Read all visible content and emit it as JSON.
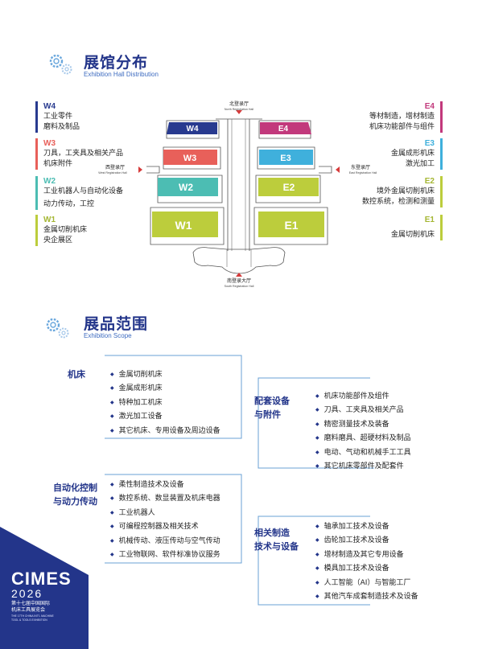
{
  "hall_section": {
    "title": "展馆分布",
    "subtitle": "Exhibition Hall Distribution"
  },
  "legend": {
    "W4": {
      "code": "W4",
      "lines": [
        "工业零件",
        "磨料及制品"
      ]
    },
    "W3": {
      "code": "W3",
      "lines": [
        "刀具，工夹具及相关产品",
        "机床附件"
      ]
    },
    "W2": {
      "code": "W2",
      "lines": [
        "工业机器人与自动化设备",
        "动力传动，工控"
      ]
    },
    "W1": {
      "code": "W1",
      "lines": [
        "金属切削机床",
        "央企展区"
      ]
    },
    "E4": {
      "code": "E4",
      "lines": [
        "等材制造，增材制造",
        "机床功能部件与组件"
      ]
    },
    "E3": {
      "code": "E3",
      "lines": [
        "金属成形机床",
        "激光加工"
      ]
    },
    "E2": {
      "code": "E2",
      "lines": [
        "境外金属切削机床",
        "数控系统，检测和测量"
      ]
    },
    "E1": {
      "code": "E1",
      "lines": [
        "金属切削机床"
      ]
    }
  },
  "map": {
    "north_cn": "北登录厅",
    "north_en": "North Registration Hall",
    "west_cn": "西登录厅",
    "west_en": "West Registration Hall",
    "east_cn": "东登录厅",
    "east_en": "East Registration Hall",
    "south_cn": "南登录大厅",
    "south_en": "South Registration Hall",
    "halls": {
      "W4": "W4",
      "W3": "W3",
      "W2": "W2",
      "W1": "W1",
      "E4": "E4",
      "E3": "E3",
      "E2": "E2",
      "E1": "E1"
    }
  },
  "colors": {
    "W4": "#283a8f",
    "W3": "#e8605a",
    "W2": "#4cbdb3",
    "W1": "#bccd3c",
    "E4": "#c2397c",
    "E3": "#3fb0dc",
    "E2": "#bccd3c",
    "E1": "#bccd3c",
    "navy": "#23358a"
  },
  "scope_section": {
    "title": "展品范围",
    "subtitle": "Exhibition Scope"
  },
  "scope": {
    "machine_tools": {
      "title": "机床",
      "items": [
        "金属切削机床",
        "金属成形机床",
        "特种加工机床",
        "激光加工设备",
        "其它机床、专用设备及周边设备"
      ]
    },
    "accessories": {
      "title_line1": "配套设备",
      "title_line2": "与附件",
      "items": [
        "机床功能部件及组件",
        "刀具、工夹具及相关产品",
        "精密测量技术及装备",
        "磨料磨具、超硬材料及制品",
        "电动、气动和机械手工工具",
        "其它机床零部件及配套件"
      ]
    },
    "automation": {
      "title_line1": "自动化控制",
      "title_line2": "与动力传动",
      "items": [
        "柔性制造技术及设备",
        "数控系统、数显装置及机床电器",
        "工业机器人",
        "可编程控制器及相关技术",
        "机械传动、液压传动与空气传动",
        "工业物联网、软件标准协议服务"
      ]
    },
    "related": {
      "title_line1": "相关制造",
      "title_line2": "技术与设备",
      "items": [
        "轴承加工技术及设备",
        "齿轮加工技术及设备",
        "增材制造及其它专用设备",
        "模具加工技术及设备",
        "人工智能（AI）与智能工厂",
        "其他汽车成套制造技术及设备"
      ]
    }
  },
  "brand": {
    "logo": "CIMES",
    "year": "2026",
    "cn_line1": "第十七届中国国际",
    "cn_line2": "机床工具展览会",
    "en_line1": "THE 17TH CHINA INT'L MACHINE",
    "en_line2": "TOOL & TOOLS EXHIBITION"
  }
}
